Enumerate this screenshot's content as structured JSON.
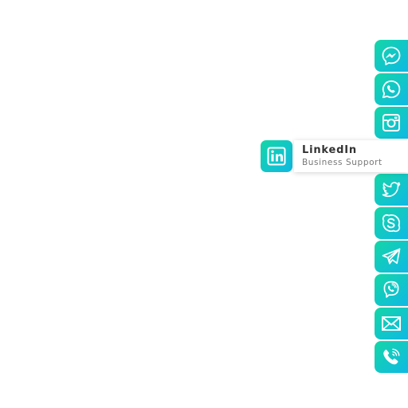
{
  "theme": {
    "gradient_start": "#15d6a6",
    "gradient_end": "#0fb9e4",
    "card_background": "#ffffff",
    "title_color": "#333333",
    "subtitle_color": "#777777"
  },
  "contact_dock": {
    "items": [
      {
        "id": "messenger",
        "icon": "messenger-icon"
      },
      {
        "id": "whatsapp",
        "icon": "whatsapp-icon"
      },
      {
        "id": "instagram",
        "icon": "instagram-icon"
      },
      {
        "id": "linkedin",
        "icon": "linkedin-icon"
      },
      {
        "id": "twitter",
        "icon": "twitter-icon"
      },
      {
        "id": "skype",
        "icon": "skype-icon"
      },
      {
        "id": "telegram",
        "icon": "telegram-icon"
      },
      {
        "id": "viber",
        "icon": "viber-icon"
      },
      {
        "id": "email",
        "icon": "email-icon"
      },
      {
        "id": "phone",
        "icon": "phone-icon"
      }
    ],
    "expanded": {
      "icon": "linkedin-icon",
      "title": "LinkedIn",
      "subtitle": "Business Support"
    }
  }
}
